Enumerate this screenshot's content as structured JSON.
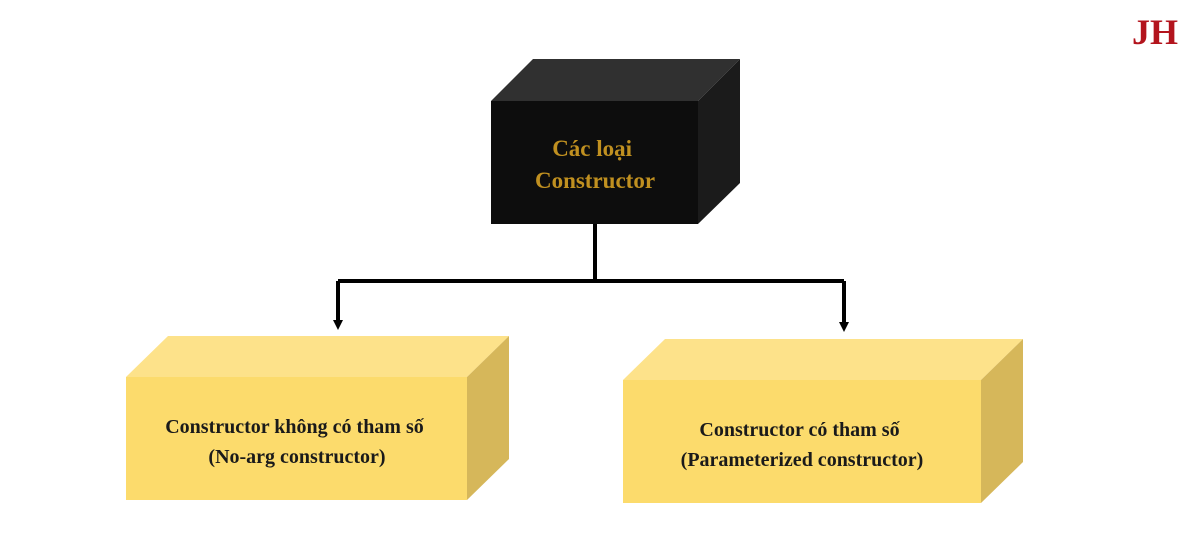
{
  "logo": {
    "text": "JH"
  },
  "root": {
    "line1": "Các loại",
    "line2": "Constructor"
  },
  "children": [
    {
      "line1": "Constructor không có tham số",
      "line2": "(No-arg constructor)"
    },
    {
      "line1": "Constructor có tham số",
      "line2": "(Parameterized constructor)"
    }
  ],
  "colors": {
    "root_front": "#0d0d0d",
    "root_top": "#303030",
    "root_side": "#1b1b1b",
    "root_text": "#c09020",
    "child_front": "#fcdb6c",
    "child_top": "#fde28a",
    "child_side": "#d6b75a",
    "child_text": "#1a1a1a",
    "connector": "#000000",
    "logo": "#b3141d"
  }
}
